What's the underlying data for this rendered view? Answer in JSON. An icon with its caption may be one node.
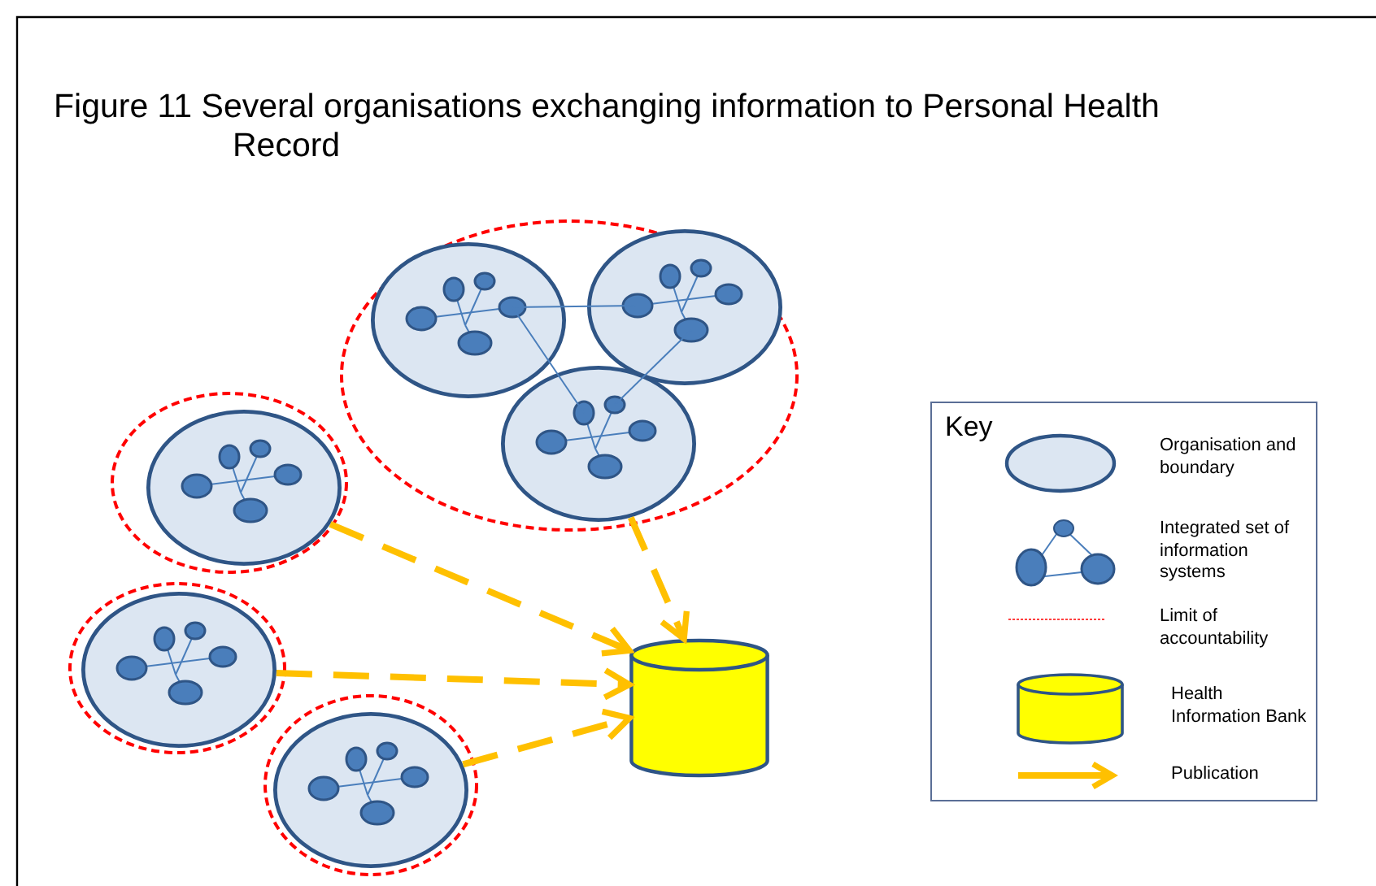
{
  "diagram": {
    "title": "Figure 11 Several organisations exchanging information to Personal Health Record",
    "nodes": [
      {
        "text": [],
        "shape": "ellipse"
      },
      {
        "text": [],
        "shape": "ellipse",
        "in": 0
      },
      {
        "text": [],
        "shape": "ellipse",
        "in": 0
      },
      {
        "text": [],
        "shape": "ellipse",
        "in": 0
      },
      {
        "text": [],
        "shape": "ellipse"
      },
      {
        "text": [],
        "shape": "ellipse",
        "in": 4
      },
      {
        "text": [],
        "shape": "ellipse"
      },
      {
        "text": [],
        "shape": "ellipse",
        "in": 6
      },
      {
        "text": [],
        "shape": "ellipse"
      },
      {
        "text": [],
        "shape": "ellipse",
        "in": 8
      },
      {
        "text": [],
        "shape": "cylinder"
      }
    ],
    "edges": [
      {
        "from": 3,
        "to": 10,
        "arrow": "to",
        "style": "dashed"
      },
      {
        "from": 5,
        "to": 10,
        "arrow": "to",
        "style": "dashed"
      },
      {
        "from": 7,
        "to": 10,
        "arrow": "to",
        "style": "dashed"
      },
      {
        "from": 9,
        "to": 10,
        "arrow": "to",
        "style": "dashed"
      },
      {
        "from": 1,
        "to": 2,
        "arrow": "none",
        "color": "#4a7ebb"
      },
      {
        "from": 1,
        "to": 3,
        "arrow": "none",
        "color": "#4a7ebb"
      },
      {
        "from": 2,
        "to": 3,
        "arrow": "none",
        "color": "#4a7ebb"
      }
    ],
    "labels": [
      "Key"
    ],
    "legend": [
      {
        "text": "Organisation and boundary"
      },
      {
        "text": "Integrated set of information systems"
      },
      {
        "text": "Limit of accountability"
      },
      {
        "text": "Health Information Bank"
      },
      {
        "text": "Publication"
      }
    ]
  }
}
